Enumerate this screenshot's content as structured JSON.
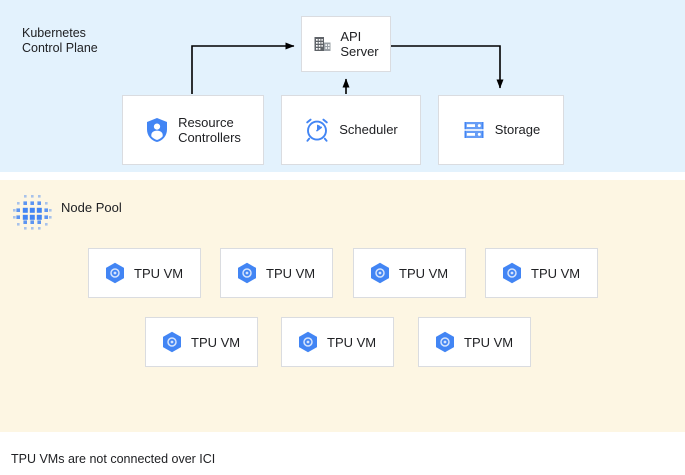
{
  "figure": {
    "caption": "TPU VMs are not connected over ICI"
  },
  "control_plane": {
    "label": "Kubernetes\nControl Plane",
    "background_color": "#e3f2fd",
    "components": [
      {
        "id": "api-server",
        "label": "API\nServer",
        "icon": "building-icon",
        "icon_color": "#5f6368"
      },
      {
        "id": "resource-controllers",
        "label": "Resource\nControllers",
        "icon": "shield-user-icon",
        "icon_color": "#4285f4"
      },
      {
        "id": "scheduler",
        "label": "Scheduler",
        "icon": "alarm-clock-icon",
        "icon_color": "#4285f4"
      },
      {
        "id": "storage",
        "label": "Storage",
        "icon": "server-rack-icon",
        "icon_color": "#4285f4"
      }
    ],
    "connections": [
      {
        "from": "resource-controllers",
        "to": "api-server",
        "direction": "to"
      },
      {
        "from": "scheduler",
        "to": "api-server",
        "direction": "to"
      },
      {
        "from": "api-server",
        "to": "storage",
        "direction": "to"
      }
    ]
  },
  "node_pool": {
    "label": "Node Pool",
    "icon": "dot-matrix-icon",
    "icon_color": "#4285f4",
    "background_color": "#fdf6e3",
    "rows": [
      {
        "row_index": 0,
        "nodes": [
          {
            "label": "TPU VM",
            "icon": "tpu-hex-icon"
          },
          {
            "label": "TPU VM",
            "icon": "tpu-hex-icon"
          },
          {
            "label": "TPU VM",
            "icon": "tpu-hex-icon"
          },
          {
            "label": "TPU VM",
            "icon": "tpu-hex-icon"
          }
        ]
      },
      {
        "row_index": 1,
        "nodes": [
          {
            "label": "TPU VM",
            "icon": "tpu-hex-icon"
          },
          {
            "label": "TPU VM",
            "icon": "tpu-hex-icon"
          },
          {
            "label": "TPU VM",
            "icon": "tpu-hex-icon"
          }
        ]
      }
    ]
  },
  "colors": {
    "accent_blue": "#4285f4",
    "icon_gray": "#5f6368",
    "card_border": "#dadce0",
    "text": "#202124",
    "arrow": "#000000"
  }
}
